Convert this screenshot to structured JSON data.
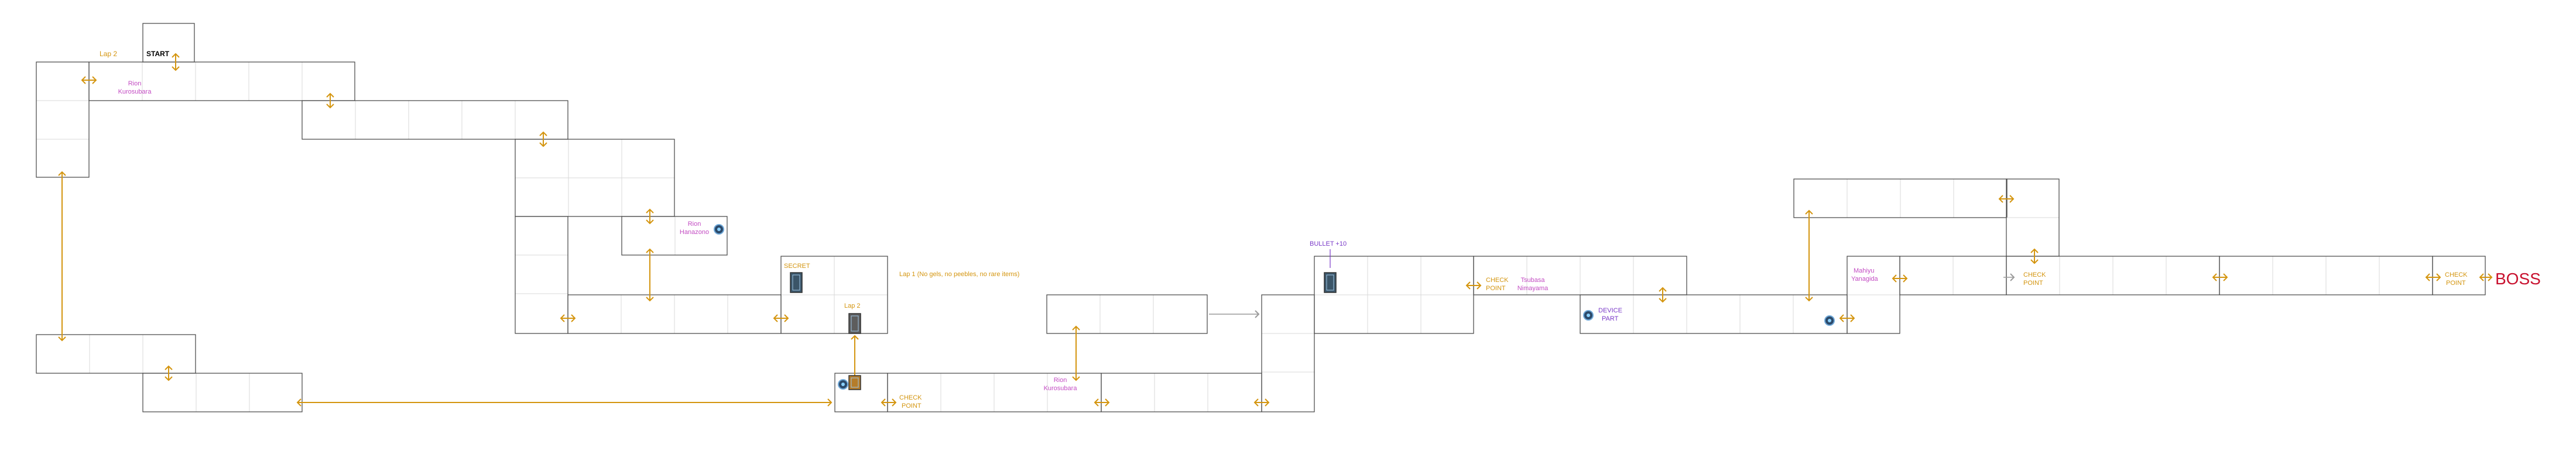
{
  "colors": {
    "room_stroke": "#444444",
    "grid_line": "#d8d8d8",
    "connector": "#d4950f",
    "enemy": "#c34bc3",
    "boss": "#c8102e",
    "start": "#000000",
    "gray_arrow": "#9a9a9a",
    "secret": "#d4950f",
    "device_part": "#7a3ac8",
    "bullet": "#7a3ac8"
  },
  "labels": {
    "start": "START",
    "lap2_top": "Lap 2",
    "lap2_mid": "Lap 2",
    "lap1_note": "Lap 1 (No gels, no peebles, no rare items)",
    "secret": "SECRET",
    "bullet": "BULLET +10",
    "boss": "BOSS",
    "check1_a": "CHECK",
    "check1_b": "POINT",
    "check2_a": "CHECK",
    "check2_b": "POINT",
    "check3_a": "CHECK",
    "check3_b": "POINT",
    "check4_a": "CHECK",
    "check4_b": "POINT",
    "device_a": "DEVICE",
    "device_b": "PART"
  },
  "enemies": {
    "e1_a": "Rion",
    "e1_b": "Kurosubara",
    "e2_a": "Rion",
    "e2_b": "Hanazono",
    "e3_a": "Rion",
    "e3_b": "Kurosubara",
    "e4_a": "Tsubasa",
    "e4_b": "Nimayama",
    "e5_a": "Mahiyu",
    "e5_b": "Yanagida"
  }
}
